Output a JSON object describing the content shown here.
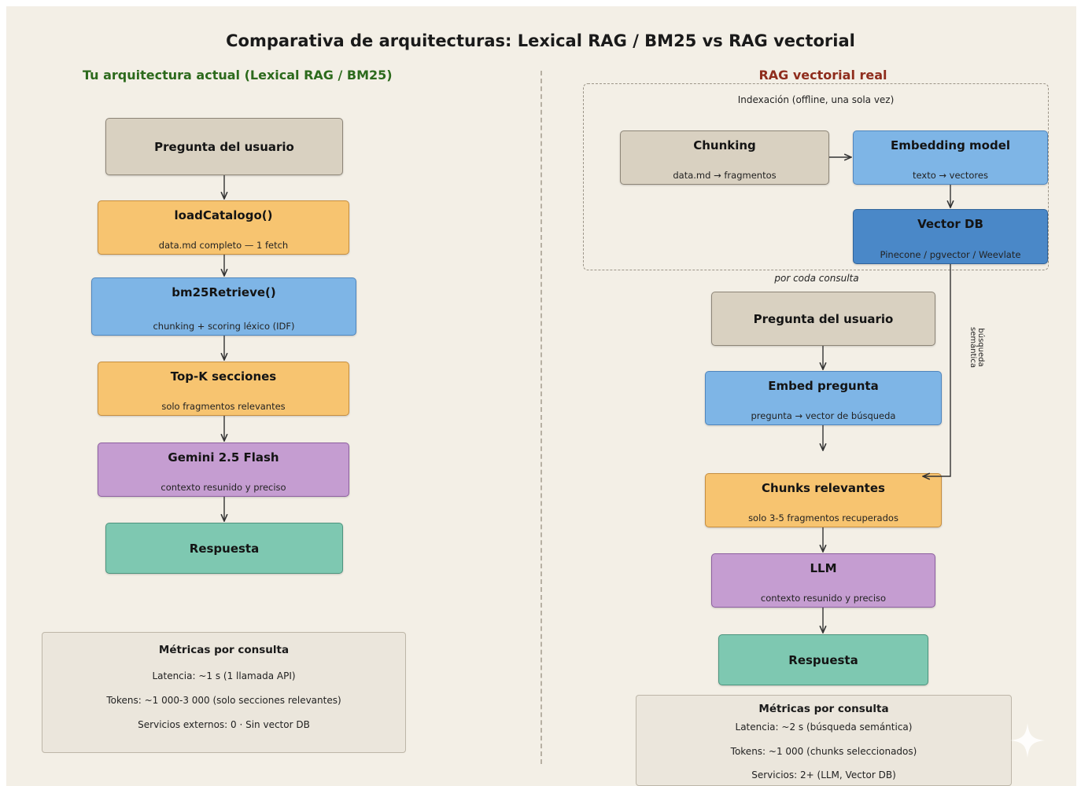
{
  "title": "Comparativa de arquitecturas: Lexical RAG / BM25  vs  RAG vectorial",
  "left": {
    "heading": "Tu arquitectura actual  (Lexical RAG / BM25)",
    "nodes": {
      "pregunta": {
        "title": "Pregunta del usuario"
      },
      "load": {
        "title": "loadCatalogo()",
        "sub": "data.md completo — 1 fetch"
      },
      "bm25": {
        "title": "bm25Retrieve()",
        "sub": "chunking + scoring léxico (IDF)"
      },
      "topk": {
        "title": "Top-K secciones",
        "sub": "solo fragmentos relevantes"
      },
      "gemini": {
        "title": "Gemini 2.5 Flash",
        "sub": "contexto resunido y preciso"
      },
      "respuesta": {
        "title": "Respuesta"
      }
    },
    "metrics": {
      "title": "Métricas por consulta",
      "lines": [
        "Latencia: ~1 s  (1 llamada API)",
        "Tokens: ~1 000-3 000  (solo secciones relevantes)",
        "Servicios externos: 0  ·  Sin vector DB"
      ]
    }
  },
  "right": {
    "heading": "RAG vectorial real",
    "index_label": "Indexación  (offline, una sola vez)",
    "per_query_label": "por coda consulta",
    "semantic_label_line1": "búsqueda",
    "semantic_label_line2": "semántica",
    "nodes": {
      "chunking": {
        "title": "Chunking",
        "sub": "data.md → fragmentos"
      },
      "embedding": {
        "title": "Embedding model",
        "sub": "texto → vectores"
      },
      "vectordb": {
        "title": "Vector DB",
        "sub": "Pinecone / pgvector / Weevlate"
      },
      "pregunta": {
        "title": "Pregunta del usuario"
      },
      "embed": {
        "title": "Embed pregunta",
        "sub": "pregunta → vector de búsqueda"
      },
      "chunks": {
        "title": "Chunks relevantes",
        "sub": "solo 3-5 fragmentos recuperados"
      },
      "llm": {
        "title": "LLM",
        "sub": "contexto resunido y preciso"
      },
      "respuesta": {
        "title": "Respuesta"
      }
    },
    "metrics": {
      "title": "Métricas por consulta",
      "lines": [
        "Latencia: ~2 s  (búsqueda semántica)",
        "Tokens: ~1 000  (chunks seleccionados)",
        "Servicios: 2+ (LLM, Vector DB)"
      ]
    }
  },
  "colors": {
    "background": "#f3efe6",
    "beige": "#d9d1c1",
    "orange": "#f7c470",
    "blue": "#7eb5e6",
    "dark_blue": "#4a88c8",
    "purple": "#c59dd1",
    "green": "#7ec8b1",
    "left_heading": "#2c6a1c",
    "right_heading": "#8f2d1d"
  }
}
